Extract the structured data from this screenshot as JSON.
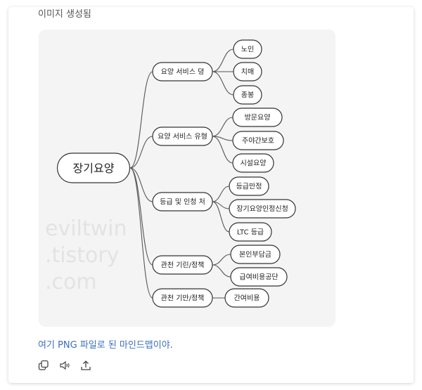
{
  "status_text": "이미지 생성됨",
  "mindmap": {
    "root": "장기요양",
    "branches": [
      {
        "label": "요양 서비스 뎡",
        "children": [
          "노인",
          "치매",
          "종봉"
        ]
      },
      {
        "label": "요양 서비스 유형",
        "children": [
          "방문요양",
          "주야간보호",
          "시설요양"
        ]
      },
      {
        "label": "등급 및 인청 처",
        "children": [
          "등급만정",
          "장기요양인정신청",
          "LTC 등급"
        ]
      },
      {
        "label": "관천 기린/정책",
        "children": [
          "본인부담금",
          "급여비용공단"
        ]
      },
      {
        "label": "관천 기만/정책",
        "children": [
          "간여비용"
        ]
      }
    ],
    "watermark": "eviltwin.tistory.com"
  },
  "message": "여기 PNG 파일로 된 마인드맵이야.",
  "actions": [
    {
      "name": "copy-icon"
    },
    {
      "name": "speaker-icon"
    },
    {
      "name": "share-icon"
    }
  ]
}
